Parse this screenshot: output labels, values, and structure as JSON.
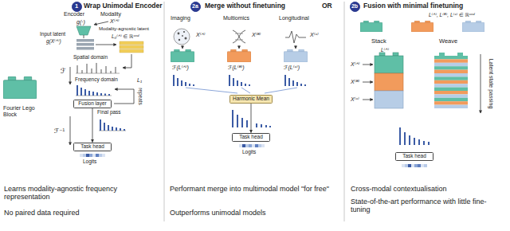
{
  "diagram": {
    "nodes": [
      {
        "text": [
          "1"
        ]
      },
      {
        "text": [
          "Fusion layer"
        ]
      },
      {
        "text": [
          "Task head"
        ]
      },
      {
        "text": [
          "2a"
        ]
      },
      {
        "text": [
          "Harmonic Mean"
        ]
      },
      {
        "text": [
          "Task head"
        ]
      },
      {
        "text": [
          "2b"
        ]
      },
      {
        "text": [
          "Task head"
        ]
      }
    ],
    "edges": [
      {
        "from": 1,
        "to": 2,
        "arrow": "to"
      },
      {
        "from": 4,
        "to": 5,
        "arrow": "to"
      }
    ],
    "labels": [
      "Wrap Unimodal Encoder",
      "Encoder",
      "Modality",
      "g(·)",
      "X⁽ᴬ⁾",
      "Input latent",
      "g(X⁽ᴬ⁾)",
      "Modality-agnostic latent",
      "L₀⁽ᴬ⁾ ∈ ℝᶜˣᵈ",
      "ℱ",
      "Spatial domain",
      "Frequency domain",
      "Final pass",
      "ℱ⁻¹",
      "L₁",
      "repeats",
      "Logits",
      "Fourier Lego Block",
      "Learns modality-agnostic frequency representation",
      "No paired data required",
      "Merge without finetuning",
      "OR",
      "Imaging",
      "Multiomics",
      "Longitudinal",
      "X⁽ᴬ⁾",
      "X⁽ᴮ⁾",
      "X⁽ᶜ⁾",
      "ℱ(L⁽ᴬ⁾)",
      "ℱ(L⁽ᴮ⁾)",
      "ℱ(L⁽ᶜ⁾)",
      "Logits",
      "Performant merge into multimodal model \"for free\"",
      "Outperforms unimodal models",
      "Fusion with minimal finetuning",
      "L⁽ᴬ⁾, L⁽ᴮ⁾, L⁽ᶜ⁾ ∈ ℝᶜˣᵈ",
      "Stack",
      "Weave",
      "L⁽ᴬ⁾",
      "X⁽ᴬ⁾",
      "X⁽ᴮ⁾",
      "X⁽ᶜ⁾",
      "Latent state passing",
      "Cross-modal contextualisation",
      "State-of-the-art performance with little fine-tuning"
    ]
  }
}
